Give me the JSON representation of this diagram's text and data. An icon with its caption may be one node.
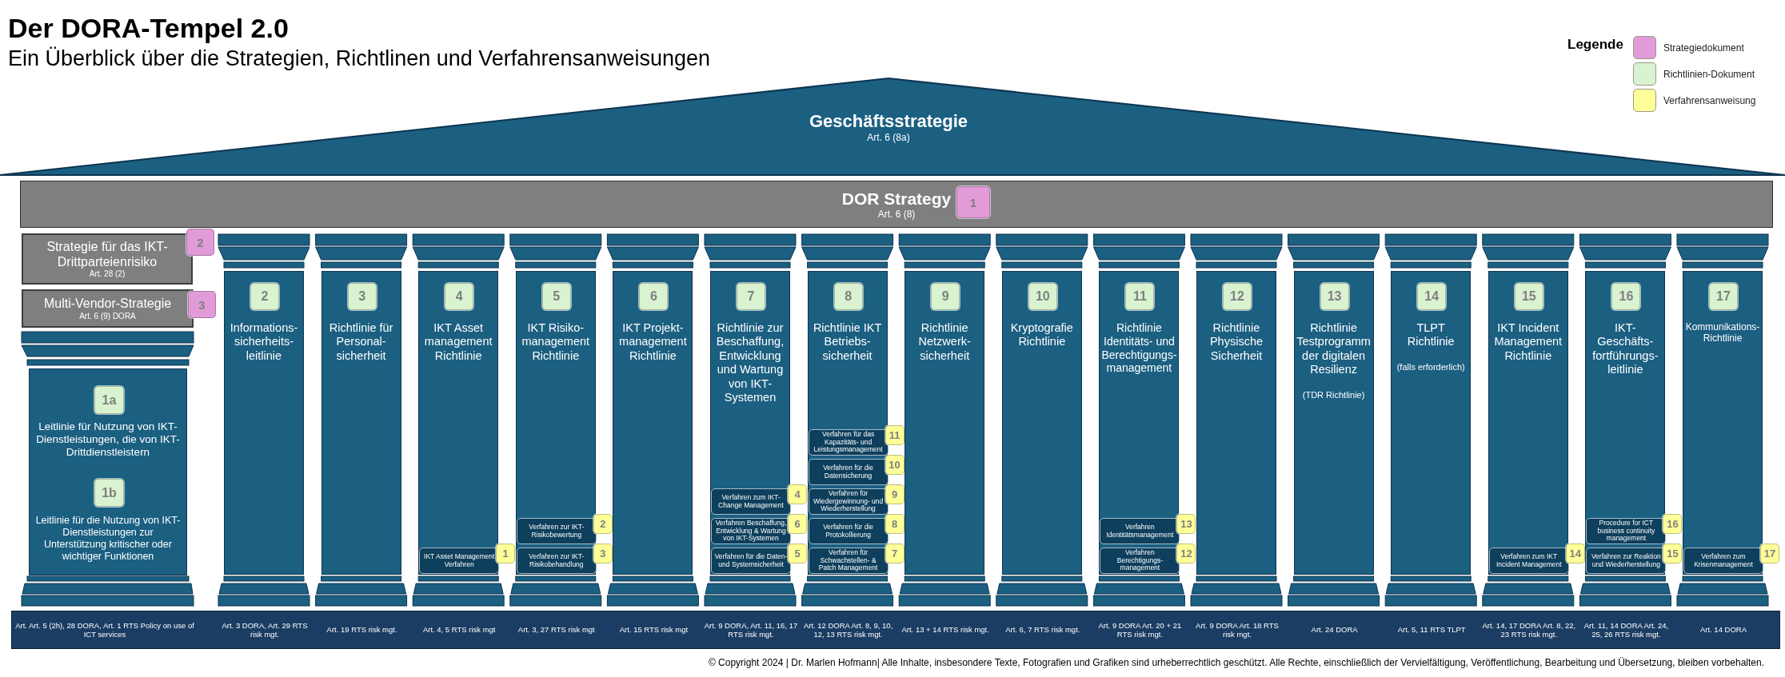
{
  "diagram": {
    "title": "Der DORA-Tempel 2.0",
    "nodes": [
      {
        "text": [
          "Geschäftsstrategie",
          "Art. 6 (8a)"
        ]
      },
      {
        "text": [
          "DOR Strategy",
          "Art. 6 (8)"
        ]
      },
      {
        "text": [
          "1"
        ],
        "in": 1
      },
      {
        "text": [
          "Strategie für das IKT-Drittparteienrisiko",
          "Art. 28 (2)"
        ]
      },
      {
        "text": [
          "2"
        ]
      },
      {
        "text": [
          "Multi-Vendor-Strategie",
          "Art. 6 (9) DORA"
        ]
      },
      {
        "text": [
          "3"
        ]
      },
      {
        "text": [
          "Leitlinie für Nutzung von IKT-Dienstleistungen, die von IKT-Drittdienstleistern",
          "Leitlinie für die Nutzung von IKT-Dienstleistungen zur Unterstützung kritischer oder wichtiger Funktionen"
        ]
      },
      {
        "text": [
          "1a"
        ],
        "in": 7
      },
      {
        "text": [
          "1b"
        ],
        "in": 7
      },
      {
        "text": [
          "Informations-sicherheits-leitlinie"
        ]
      },
      {
        "text": [
          "2"
        ],
        "in": 10
      },
      {
        "text": [
          "Richtlinie für Personal-sicherheit"
        ]
      },
      {
        "text": [
          "3"
        ],
        "in": 12
      },
      {
        "text": [
          "IKT Asset management Richtlinie"
        ]
      },
      {
        "text": [
          "4"
        ],
        "in": 14
      },
      {
        "text": [
          "IKT Asset Management Verfahren"
        ],
        "in": 14
      },
      {
        "text": [
          "1"
        ]
      },
      {
        "text": [
          "IKT Risiko-management Richtlinie"
        ]
      },
      {
        "text": [
          "5"
        ],
        "in": 18
      },
      {
        "text": [
          "Verfahren zur IKT-Risikobewertung"
        ],
        "in": 18
      },
      {
        "text": [
          "2"
        ]
      },
      {
        "text": [
          "Verfahren zur IKT-Risikobehandlung"
        ],
        "in": 18
      },
      {
        "text": [
          "3"
        ]
      },
      {
        "text": [
          "IKT Projekt-management Richtlinie"
        ]
      },
      {
        "text": [
          "6"
        ],
        "in": 24
      },
      {
        "text": [
          "Richtlinie zur Beschaffung, Entwicklung und Wartung von IKT-Systemen"
        ]
      },
      {
        "text": [
          "7"
        ],
        "in": 26
      },
      {
        "text": [
          "Verfahren zum IKT-Change Management"
        ],
        "in": 26
      },
      {
        "text": [
          "4"
        ]
      },
      {
        "text": [
          "Verfahren Beschaffung, Entwicklung & Wartung von IKT-Systemen"
        ],
        "in": 26
      },
      {
        "text": [
          "6"
        ]
      },
      {
        "text": [
          "Verfahren für die Daten- und Systemsicherheit"
        ],
        "in": 26
      },
      {
        "text": [
          "5"
        ]
      },
      {
        "text": [
          "Richtlinie IKT Betriebs-sicherheit"
        ]
      },
      {
        "text": [
          "8"
        ],
        "in": 34
      },
      {
        "text": [
          "Verfahren für das Kapazitäts- und Leistungsmanagement"
        ],
        "in": 34
      },
      {
        "text": [
          "11"
        ]
      },
      {
        "text": [
          "Verfahren für die Datensicherung"
        ],
        "in": 34
      },
      {
        "text": [
          "10"
        ]
      },
      {
        "text": [
          "Verfahren für Wiedergewinnung- und Wiederherstellung"
        ],
        "in": 34
      },
      {
        "text": [
          "9"
        ]
      },
      {
        "text": [
          "Verfahren für die Protokollierung"
        ],
        "in": 34
      },
      {
        "text": [
          "8"
        ]
      },
      {
        "text": [
          "Verfahren für Schwachstellen- & Patch Management"
        ],
        "in": 34
      },
      {
        "text": [
          "7"
        ]
      },
      {
        "text": [
          "Richtlinie Netzwerk-sicherheit"
        ]
      },
      {
        "text": [
          "9"
        ],
        "in": 46
      },
      {
        "text": [
          "Kryptografie Richtlinie"
        ]
      },
      {
        "text": [
          "10"
        ],
        "in": 48
      },
      {
        "text": [
          "Richtlinie Identitäts- und Berechtigungs-management"
        ]
      },
      {
        "text": [
          "11"
        ],
        "in": 50
      },
      {
        "text": [
          "Verfahren Identitätsmanagement"
        ],
        "in": 50
      },
      {
        "text": [
          "13"
        ]
      },
      {
        "text": [
          "Verfahren Berechtigungs-management"
        ],
        "in": 50
      },
      {
        "text": [
          "12"
        ]
      },
      {
        "text": [
          "Richtlinie Physische Sicherheit"
        ]
      },
      {
        "text": [
          "12"
        ],
        "in": 56
      },
      {
        "text": [
          "Richtlinie Testprogramm der digitalen Resilienz",
          "(TDR Richtlinie)"
        ]
      },
      {
        "text": [
          "13"
        ],
        "in": 58
      },
      {
        "text": [
          "TLPT Richtlinie",
          "(falls erforderlich)"
        ]
      },
      {
        "text": [
          "14"
        ],
        "in": 60
      },
      {
        "text": [
          "IKT Incident Management Richtlinie"
        ]
      },
      {
        "text": [
          "15"
        ],
        "in": 62
      },
      {
        "text": [
          "Verfahren zum IKT Incident Management"
        ],
        "in": 62
      },
      {
        "text": [
          "14"
        ]
      },
      {
        "text": [
          "IKT-Geschäfts-fortführungs-leitlinie"
        ]
      },
      {
        "text": [
          "16"
        ],
        "in": 66
      },
      {
        "text": [
          "Procedure for ICT business continuity management"
        ],
        "in": 66
      },
      {
        "text": [
          "16"
        ]
      },
      {
        "text": [
          "Verfahren zur Reaktion und Wiederherstellung"
        ],
        "in": 66
      },
      {
        "text": [
          "15"
        ]
      },
      {
        "text": [
          "Kommunikations-Richtlinie"
        ]
      },
      {
        "text": [
          "17"
        ],
        "in": 72
      },
      {
        "text": [
          "Verfahren zum Krisenmanagement"
        ],
        "in": 72
      },
      {
        "text": [
          "17"
        ]
      },
      {
        "text": [
          "Art. Art. 5 (2h), 28 DORA, Art. 1 RTS Policy on use of ICT services",
          "Art. 3 DORA, Art. 29 RTS risk mgt.",
          "Art. 19 RTS risk mgt.",
          "Art. 4, 5 RTS risk mgt",
          "Art. 3, 27 RTS risk mgt",
          "Art. 15 RTS risk mgt",
          "Art. 9 DORA, Art. 11, 16, 17 RTS risk mgt.",
          "Art. 12 DORA Art. 8, 9, 10, 12, 13 RTS risk mgt.",
          "Art. 13 + 14 RTS risk mgt.",
          "Art. 6, 7 RTS risk mgt.",
          "Art. 9 DORA Art. 20 + 21 RTS risk mgt.",
          "Art. 9 DORA Art. 18 RTS risk mgt.",
          "Art. 24 DORA",
          "Art. 5, 11 RTS TLPT",
          "Art. 14, 17 DORA Art. 8, 22, 23 RTS risk mgt.",
          "Art. 11, 14 DORA Art. 24, 25, 26 RTS risk mgt.",
          "Art. 14 DORA"
        ]
      }
    ],
    "labels": [
      "Ein Überblick über die Strategien, Richtlinen und Verfahrensanweisungen",
      "Legende",
      "© Copyright 2024 | Dr. Marlen Hofmann| Alle Inhalte, insbesondere Texte, Fotografien und Grafiken sind urheberrechtlich geschützt. Alle Rechte, einschließlich der Vervielfältigung, Veröffentlichung, Bearbeitung und Übersetzung, bleiben vorbehalten."
    ],
    "legend": [
      {
        "text": "Strategiedokument",
        "color": "#e29bd9"
      },
      {
        "text": "Richtlinien-Dokument",
        "color": "#d9f2d0"
      },
      {
        "text": "Verfahrensanweisung",
        "color": "#ffff99"
      }
    ]
  }
}
